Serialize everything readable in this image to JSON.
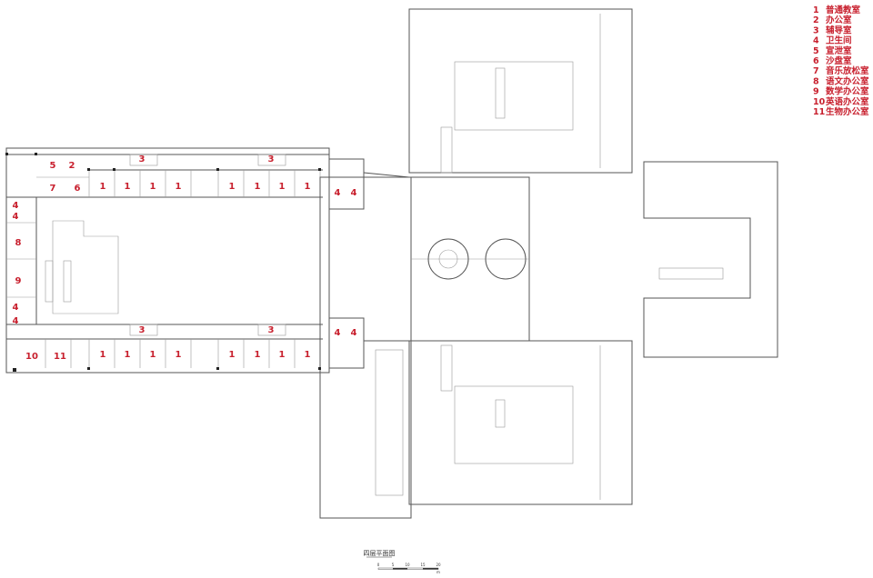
{
  "legend": [
    {
      "num": "1",
      "name": "普通教室"
    },
    {
      "num": "2",
      "name": "办公室"
    },
    {
      "num": "3",
      "name": "辅导室"
    },
    {
      "num": "4",
      "name": "卫生间"
    },
    {
      "num": "5",
      "name": "宣泄室"
    },
    {
      "num": "6",
      "name": "沙盘室"
    },
    {
      "num": "7",
      "name": "音乐放松室"
    },
    {
      "num": "8",
      "name": "语文办公室"
    },
    {
      "num": "9",
      "name": "数学办公室"
    },
    {
      "num": "10",
      "name": "英语办公室"
    },
    {
      "num": "11",
      "name": "生物办公室"
    }
  ],
  "plan": {
    "title": "四层平面图",
    "scale_ticks": [
      "0",
      "5",
      "10",
      "15",
      "20"
    ],
    "scale_unit": "m",
    "room_labels": [
      "1",
      "2",
      "3",
      "4",
      "5",
      "6",
      "7",
      "8",
      "9",
      "10",
      "11"
    ]
  },
  "colors": {
    "label": "#c8202e",
    "line": "#555555"
  }
}
